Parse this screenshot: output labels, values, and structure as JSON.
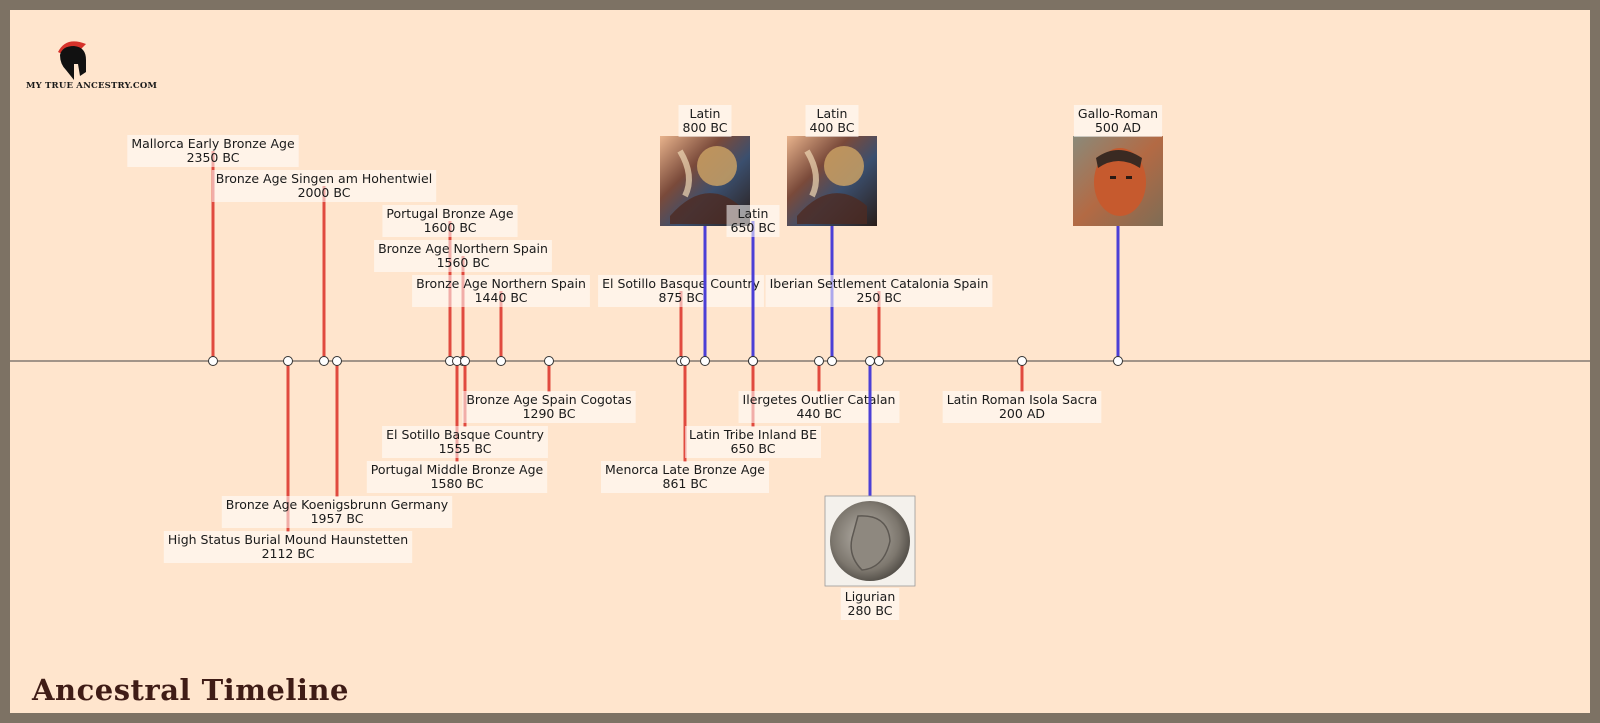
{
  "logo": {
    "text": "MY TRUE ANCESTRY.COM",
    "icon": "spartan-helmet-icon"
  },
  "footer": {
    "title": "Ancestral Timeline"
  },
  "colors": {
    "background": "#ffe5cd",
    "frame": "#7d7264",
    "event_red": "#e04a3f",
    "event_blue": "#4b3fd6",
    "axis": "#333333",
    "title": "#3f1c16"
  },
  "chart_data": {
    "type": "timeline",
    "x_unit": "year (negative = BC)",
    "events": [
      {
        "name": "Mallorca Early Bronze Age",
        "date": "2350 BC",
        "year": -2350,
        "side": "above",
        "tier": 6,
        "color": "red"
      },
      {
        "name": "Bronze Age Singen am Hohentwiel",
        "date": "2000 BC",
        "year": -2000,
        "side": "above",
        "tier": 5,
        "color": "red"
      },
      {
        "name": "Portugal Bronze Age",
        "date": "1600 BC",
        "year": -1600,
        "side": "above",
        "tier": 4,
        "color": "red"
      },
      {
        "name": "Bronze Age Northern Spain",
        "date": "1560 BC",
        "year": -1560,
        "side": "above",
        "tier": 3,
        "color": "red"
      },
      {
        "name": "Bronze Age Northern Spain",
        "date": "1440 BC",
        "year": -1440,
        "side": "above",
        "tier": 2,
        "color": "red"
      },
      {
        "name": "El Sotillo Basque Country",
        "date": "875 BC",
        "year": -875,
        "side": "above",
        "tier": 2,
        "color": "red"
      },
      {
        "name": "Latin",
        "date": "800 BC",
        "year": -800,
        "side": "above",
        "tier": 7,
        "color": "blue",
        "image": "latin-painting"
      },
      {
        "name": "Latin",
        "date": "650 BC",
        "year": -650,
        "side": "above",
        "tier": 4,
        "color": "blue"
      },
      {
        "name": "Latin",
        "date": "400 BC",
        "year": -400,
        "side": "above",
        "tier": 7,
        "color": "blue",
        "image": "latin-painting"
      },
      {
        "name": "Iberian Settlement Catalonia Spain",
        "date": "250 BC",
        "year": -250,
        "side": "above",
        "tier": 2,
        "color": "red"
      },
      {
        "name": "Gallo-Roman",
        "date": "500 AD",
        "year": 500,
        "side": "above",
        "tier": 7,
        "color": "blue",
        "image": "roman-portrait"
      },
      {
        "name": "High Status Burial Mound Haunstetten",
        "date": "2112 BC",
        "year": -2112,
        "side": "below",
        "tier": 5,
        "color": "red"
      },
      {
        "name": "Bronze Age Koenigsbrunn Germany",
        "date": "1957 BC",
        "year": -1957,
        "side": "below",
        "tier": 4,
        "color": "red"
      },
      {
        "name": "Portugal Middle Bronze Age",
        "date": "1580 BC",
        "year": -1580,
        "side": "below",
        "tier": 3,
        "color": "red"
      },
      {
        "name": "El Sotillo Basque Country",
        "date": "1555 BC",
        "year": -1555,
        "side": "below",
        "tier": 2,
        "color": "red"
      },
      {
        "name": "Bronze Age Spain Cogotas",
        "date": "1290 BC",
        "year": -1290,
        "side": "below",
        "tier": 1,
        "color": "red"
      },
      {
        "name": "Menorca Late Bronze Age",
        "date": "861 BC",
        "year": -861,
        "side": "below",
        "tier": 3,
        "color": "red"
      },
      {
        "name": "Latin Tribe Inland BE",
        "date": "650 BC",
        "year": -650,
        "side": "below",
        "tier": 2,
        "color": "red"
      },
      {
        "name": "Ilergetes Outlier Catalan",
        "date": "440 BC",
        "year": -440,
        "side": "below",
        "tier": 1,
        "color": "red"
      },
      {
        "name": "Ligurian",
        "date": "280 BC",
        "year": -280,
        "side": "below",
        "tier": 6,
        "color": "blue",
        "image": "coin"
      },
      {
        "name": "Latin Roman Isola Sacra",
        "date": "200 AD",
        "year": 200,
        "side": "below",
        "tier": 1,
        "color": "red"
      }
    ]
  }
}
